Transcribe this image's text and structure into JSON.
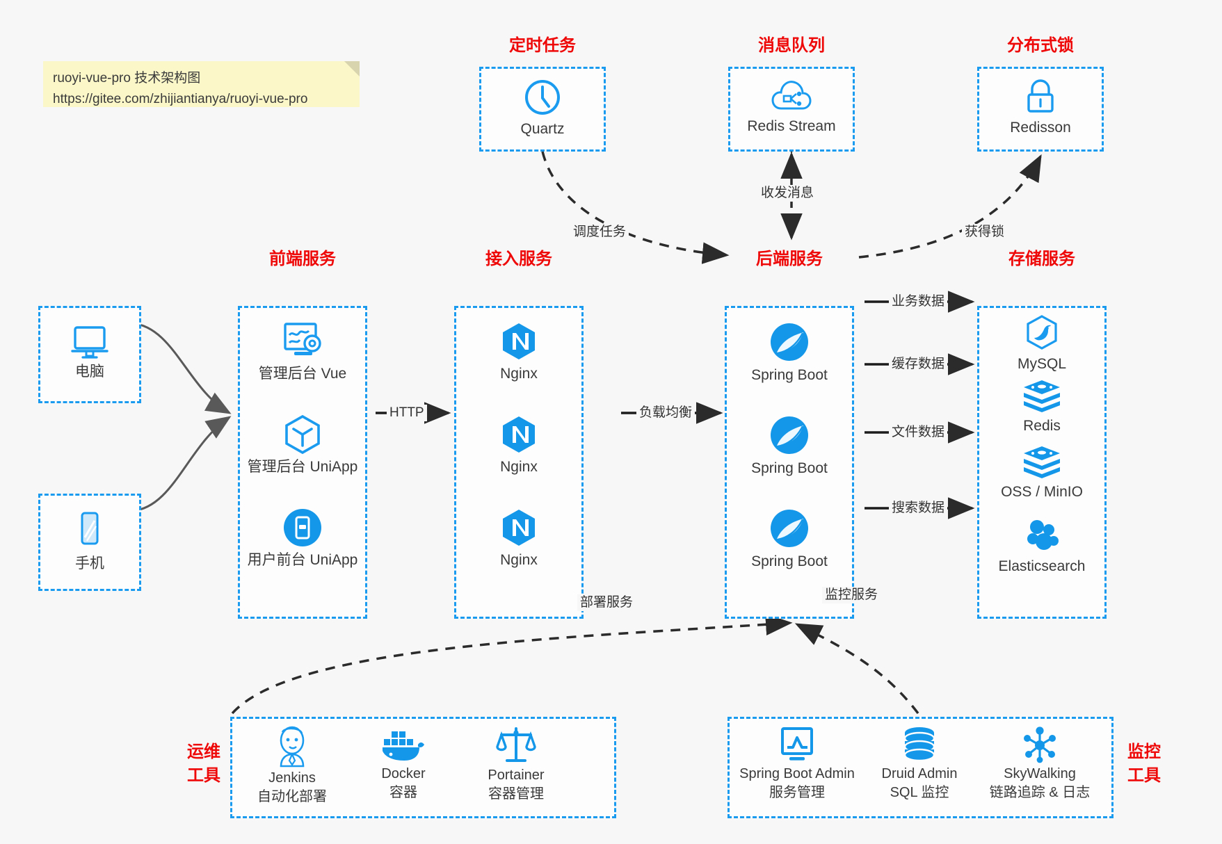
{
  "note": {
    "line1": "ruoyi-vue-pro 技术架构图",
    "line2": "https://gitee.com/zhijiantianya/ruoyi-vue-pro"
  },
  "groups": {
    "scheduled_task": "定时任务",
    "message_queue": "消息队列",
    "distributed_lock": "分布式锁",
    "frontend_service": "前端服务",
    "gateway_service": "接入服务",
    "backend_service": "后端服务",
    "storage_service": "存储服务",
    "devops_tools": "运维\n工具",
    "devops_tools_l1": "运维",
    "devops_tools_l2": "工具",
    "monitor_tools_l1": "监控",
    "monitor_tools_l2": "工具"
  },
  "nodes": {
    "quartz": "Quartz",
    "redis_stream": "Redis Stream",
    "redisson": "Redisson",
    "computer": "电脑",
    "phone": "手机",
    "admin_vue": "管理后台 Vue",
    "admin_uniapp": "管理后台 UniApp",
    "user_uniapp": "用户前台 UniApp",
    "nginx1": "Nginx",
    "nginx2": "Nginx",
    "nginx3": "Nginx",
    "springboot1": "Spring Boot",
    "springboot2": "Spring Boot",
    "springboot3": "Spring Boot",
    "mysql": "MySQL",
    "redis": "Redis",
    "oss_minio": "OSS / MinIO",
    "elasticsearch": "Elasticsearch",
    "jenkins": "Jenkins",
    "jenkins_sub": "自动化部署",
    "docker": "Docker",
    "docker_sub": "容器",
    "portainer": "Portainer",
    "portainer_sub": "容器管理",
    "sba": "Spring Boot Admin",
    "sba_sub": "服务管理",
    "druid": "Druid Admin",
    "druid_sub": "SQL 监控",
    "skywalking": "SkyWalking",
    "skywalking_sub": "链路追踪 & 日志"
  },
  "edges": {
    "http": "HTTP",
    "load_balance": "负载均衡",
    "schedule_task": "调度任务",
    "send_receive_message": "收发消息",
    "acquire_lock": "获得锁",
    "business_data": "业务数据",
    "cache_data": "缓存数据",
    "file_data": "文件数据",
    "search_data": "搜索数据",
    "deploy_service": "部署服务",
    "monitor_service": "监控服务"
  },
  "colors": {
    "accent_blue": "#1a9bf0",
    "title_red": "#ef0808",
    "background": "#f7f7f7",
    "note_yellow": "#fbf7c8",
    "arrow_gray": "#555555",
    "text_dark": "#3a3a3a"
  }
}
